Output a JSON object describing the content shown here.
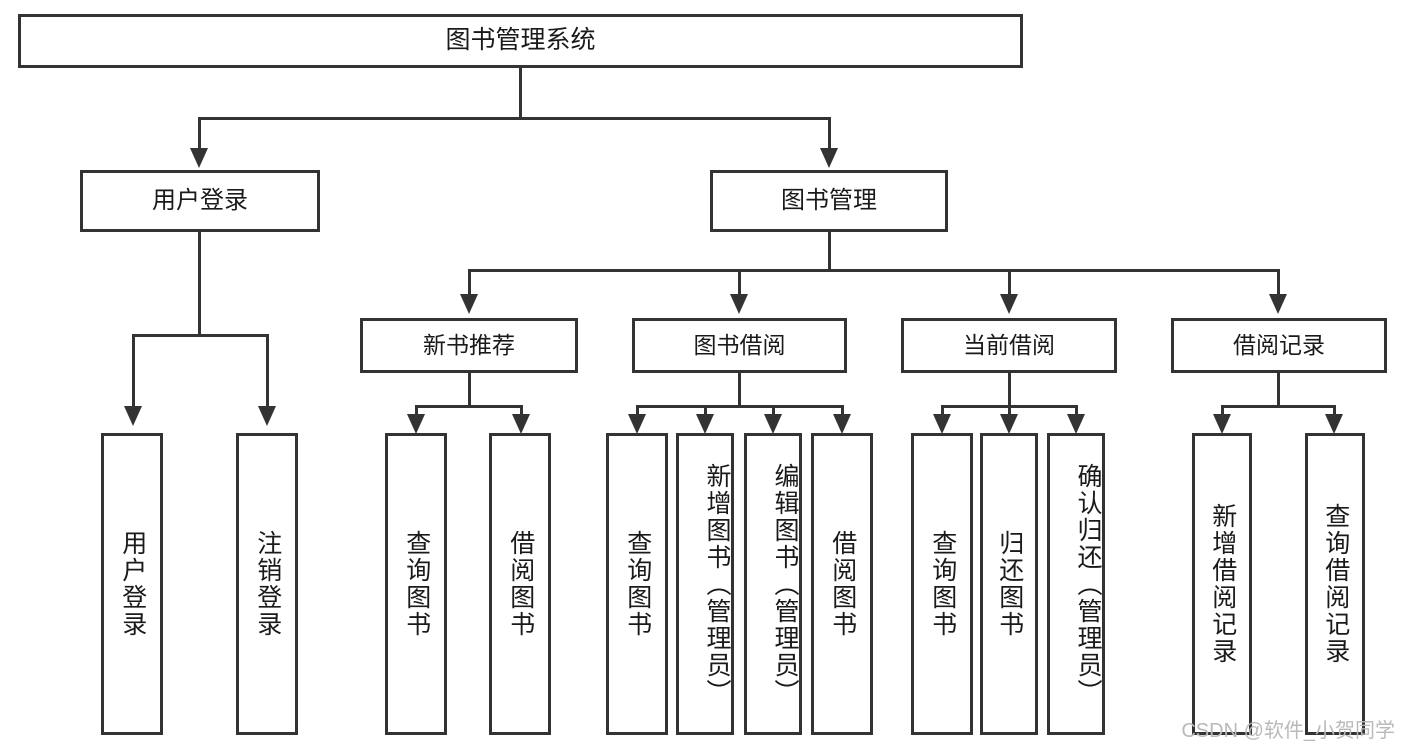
{
  "diagram": {
    "title": "图书管理系统",
    "type": "tree",
    "watermark": "CSDN @软件_小贺同学",
    "colors": {
      "stroke": "#333333",
      "fill": "#ffffff",
      "text": "#1a1a1a",
      "watermark": "#b9b9b9"
    },
    "root": {
      "label": "图书管理系统"
    },
    "level2": [
      {
        "label": "用户登录"
      },
      {
        "label": "图书管理"
      }
    ],
    "level3": [
      {
        "label": "新书推荐"
      },
      {
        "label": "图书借阅"
      },
      {
        "label": "当前借阅"
      },
      {
        "label": "借阅记录"
      }
    ],
    "leaves": {
      "user_login": [
        {
          "label": "用户登录"
        },
        {
          "label": "注销登录"
        }
      ],
      "new_book_recommend": [
        {
          "label": "查询图书"
        },
        {
          "label": "借阅图书"
        }
      ],
      "book_borrow": [
        {
          "label": "查询图书"
        },
        {
          "label": "新增图书（管理员）"
        },
        {
          "label": "编辑图书（管理员）"
        },
        {
          "label": "借阅图书"
        }
      ],
      "current_borrow": [
        {
          "label": "查询图书"
        },
        {
          "label": "归还图书"
        },
        {
          "label": "确认归还（管理员）"
        }
      ],
      "borrow_record": [
        {
          "label": "新增借阅记录"
        },
        {
          "label": "查询借阅记录"
        }
      ]
    }
  }
}
